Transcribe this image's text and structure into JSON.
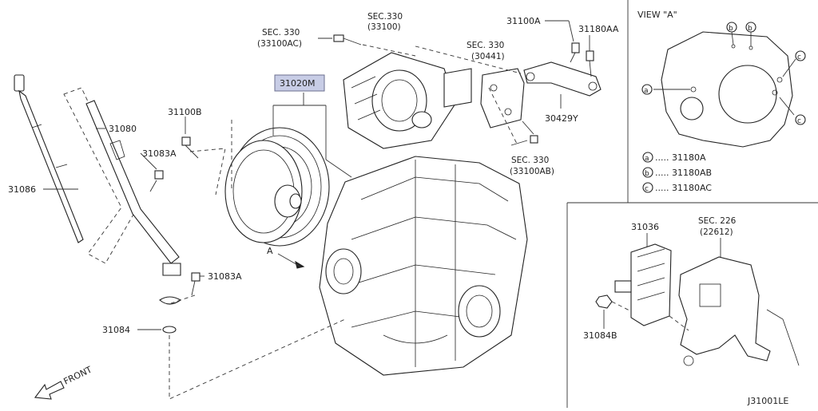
{
  "diagram": {
    "main_labels": {
      "sec330_33100ac_a": "SEC. 330",
      "sec330_33100ac_b": "(33100AC)",
      "sec330_33100_a": "SEC.330",
      "sec330_33100_b": "(33100)",
      "sec330_30441_a": "SEC. 330",
      "sec330_30441_b": "(30441)",
      "sec330_33100ab_a": "SEC. 330",
      "sec330_33100ab_b": "(33100AB)",
      "p31100a": "31100A",
      "p31180aa": "31180AA",
      "p30429y": "30429Y",
      "p31020m": "31020M",
      "p31100b": "31100B",
      "p31080": "31080",
      "p31083a_top": "31083A",
      "p31083a_bottom": "31083A",
      "p31086": "31086",
      "p31084": "31084",
      "view_a_arrow": "A",
      "front": "FRONT"
    },
    "view_a": {
      "title": "VIEW \"A\"",
      "legend": [
        {
          "key": "a",
          "text": "..... 31180A"
        },
        {
          "key": "b",
          "text": "..... 31180AB"
        },
        {
          "key": "c",
          "text": "..... 31180AC"
        }
      ],
      "callouts": [
        "b",
        "b",
        "c",
        "a",
        "c"
      ]
    },
    "inset_tcm": {
      "p31036": "31036",
      "sec226_a": "SEC. 226",
      "sec226_b": "(22612)",
      "p31084b": "31084B"
    },
    "figure_code": "J31001LE"
  },
  "colors": {
    "line": "#333333",
    "highlight_fill": "#c8cde6",
    "highlight_stroke": "#6b6f8f"
  }
}
